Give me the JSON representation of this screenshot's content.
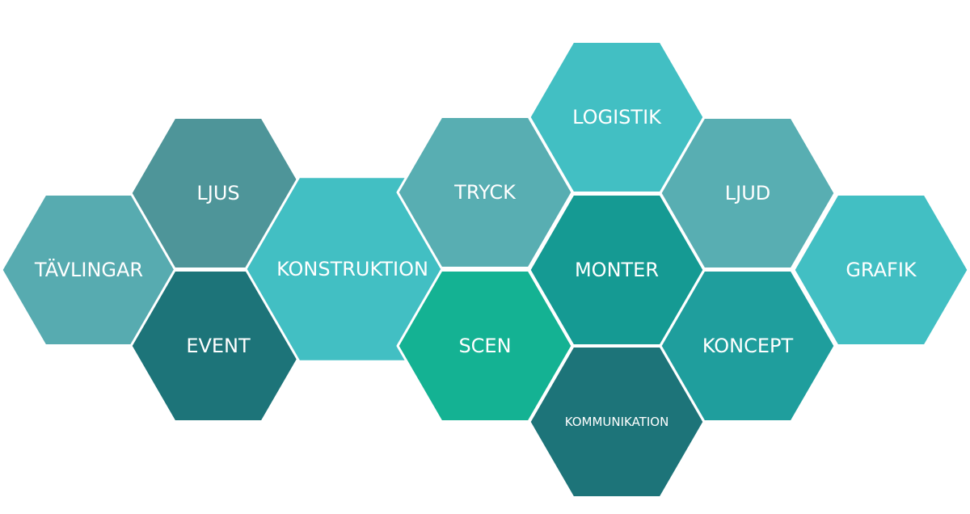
{
  "hexagons": [
    {
      "id": "tavlingar",
      "label": "TÄVLINGAR",
      "color": "#57abb0"
    },
    {
      "id": "ljus",
      "label": "LJUS",
      "color": "#4e9599"
    },
    {
      "id": "event",
      "label": "EVENT",
      "color": "#1d7479"
    },
    {
      "id": "konstruktion",
      "label": "KONSTRUKTION",
      "color": "#42bfc3"
    },
    {
      "id": "tryck",
      "label": "TRYCK",
      "color": "#58aeb2"
    },
    {
      "id": "scen",
      "label": "SCEN",
      "color": "#14b293"
    },
    {
      "id": "logistik",
      "label": "LOGISTIK",
      "color": "#42bfc3"
    },
    {
      "id": "monter",
      "label": "MONTER",
      "color": "#159a93"
    },
    {
      "id": "kommunikation",
      "label": "KOMMUNIKATION",
      "color": "#1d7479"
    },
    {
      "id": "ljud",
      "label": "LJUD",
      "color": "#58aeb2"
    },
    {
      "id": "koncept",
      "label": "KONCEPT",
      "color": "#1f9e9d"
    },
    {
      "id": "grafik",
      "label": "GRAFIK",
      "color": "#42bfc3"
    }
  ]
}
